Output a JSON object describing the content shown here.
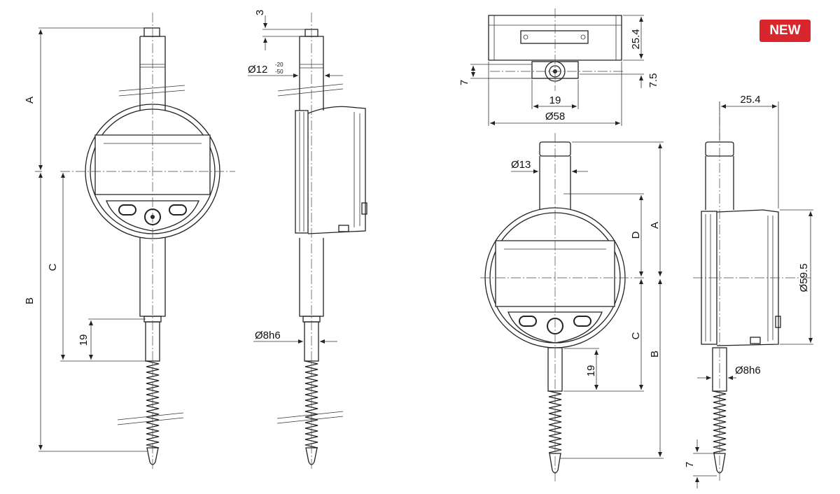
{
  "badge": "NEW",
  "dimensions": {
    "A": "A",
    "B": "B",
    "C": "C",
    "D": "D",
    "d19": "19",
    "d3": "3",
    "d7": "7",
    "d7_5": "7.5",
    "d25_4": "25.4",
    "d58": "Ø58",
    "d13": "Ø13",
    "d59_5": "Ø59.5",
    "d8h6": "Ø8h6",
    "d12": "Ø12",
    "d12_tol_upper": "-20",
    "d12_tol_lower": "-50"
  },
  "colors": {
    "badge_bg": "#d9262c",
    "line": "#222222"
  }
}
